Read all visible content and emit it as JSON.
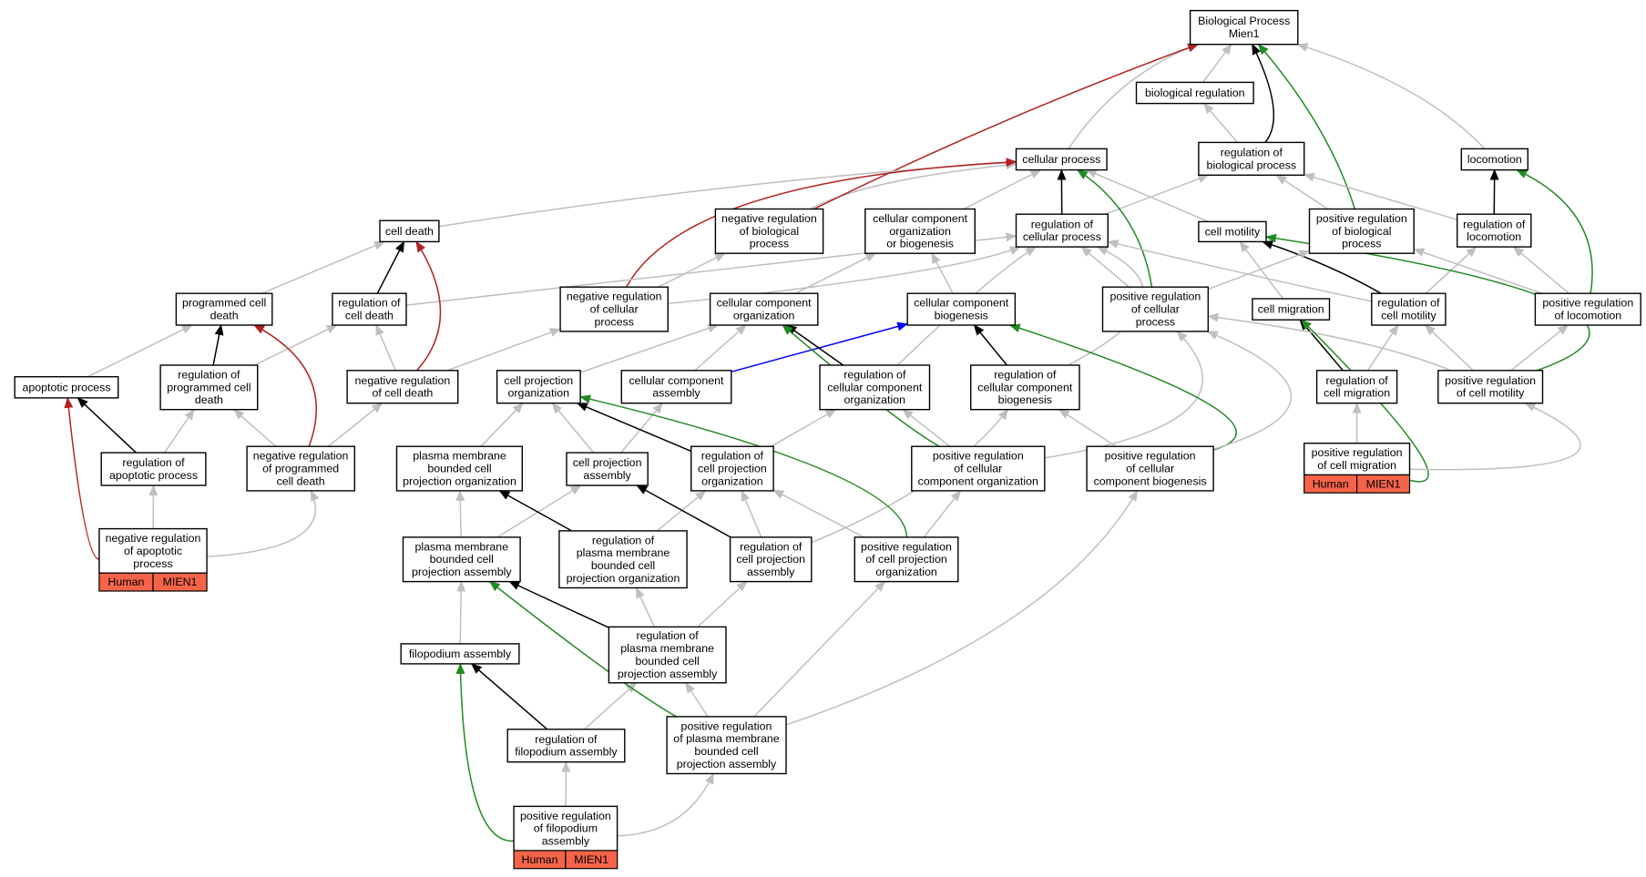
{
  "nodes": {
    "bp": [
      "Biological Process",
      "Mien1"
    ],
    "breg": [
      "biological regulation"
    ],
    "loco": [
      "locomotion"
    ],
    "cproc": [
      "cellular process"
    ],
    "regbp": [
      "regulation of",
      "biological process"
    ],
    "regloco": [
      "regulation of",
      "locomotion"
    ],
    "posregbp": [
      "positive regulation",
      "of biological",
      "process"
    ],
    "cmot": [
      "cell motility"
    ],
    "regcp": [
      "regulation of",
      "cellular process"
    ],
    "ccob": [
      "cellular component",
      "organization",
      "or biogenesis"
    ],
    "negregbp": [
      "negative regulation",
      "of biological",
      "process"
    ],
    "cdeath": [
      "cell death"
    ],
    "pcd": [
      "programmed cell",
      "death"
    ],
    "regcd": [
      "regulation of",
      "cell death"
    ],
    "negregcp": [
      "negative regulation",
      "of cellular",
      "process"
    ],
    "cco": [
      "cellular component",
      "organization"
    ],
    "ccb": [
      "cellular component",
      "biogenesis"
    ],
    "posregcp": [
      "positive regulation",
      "of cellular",
      "process"
    ],
    "cmig": [
      "cell migration"
    ],
    "regcmot": [
      "regulation of",
      "cell motility"
    ],
    "posregloco": [
      "positive regulation",
      "of locomotion"
    ],
    "apop": [
      "apoptotic process"
    ],
    "regpcd": [
      "regulation of",
      "programmed cell",
      "death"
    ],
    "negregcd": [
      "negative regulation",
      "of cell death"
    ],
    "cpo": [
      "cell projection",
      "organization"
    ],
    "cca": [
      "cellular component",
      "assembly"
    ],
    "regcco": [
      "regulation of",
      "cellular component",
      "organization"
    ],
    "regccb": [
      "regulation of",
      "cellular component",
      "biogenesis"
    ],
    "regcmig": [
      "regulation of",
      "cell migration"
    ],
    "posregcmot": [
      "positive regulation",
      "of cell motility"
    ],
    "regap": [
      "regulation of",
      "apoptotic process"
    ],
    "negregpcd": [
      "negative regulation",
      "of programmed",
      "cell death"
    ],
    "pmbcpo": [
      "plasma membrane",
      "bounded cell",
      "projection organization"
    ],
    "cpa": [
      "cell projection",
      "assembly"
    ],
    "regcpo": [
      "regulation of",
      "cell projection",
      "organization"
    ],
    "posregcco": [
      "positive regulation",
      "of cellular",
      "component organization"
    ],
    "posregccb": [
      "positive regulation",
      "of cellular",
      "component biogenesis"
    ],
    "posregcmig": [
      "positive regulation",
      "of cell migration"
    ],
    "negregap": [
      "negative regulation",
      "of apoptotic",
      "process"
    ],
    "pmbcpa": [
      "plasma membrane",
      "bounded cell",
      "projection assembly"
    ],
    "regpmbcpo": [
      "regulation of",
      "plasma membrane",
      "bounded cell",
      "projection organization"
    ],
    "regcpa": [
      "regulation of",
      "cell projection",
      "assembly"
    ],
    "posregcpo": [
      "positive regulation",
      "of cell projection",
      "organization"
    ],
    "filoa": [
      "filopodium assembly"
    ],
    "regpmbcpa": [
      "regulation of",
      "plasma membrane",
      "bounded cell",
      "projection assembly"
    ],
    "regfiloa": [
      "regulation of",
      "filopodium assembly"
    ],
    "posregpmbcpa": [
      "positive regulation",
      "of plasma membrane",
      "bounded cell",
      "projection assembly"
    ],
    "posregfiloa": [
      "positive regulation",
      "of filopodium",
      "assembly"
    ]
  },
  "annotations": {
    "negregap": [
      "Human",
      "MIEN1"
    ],
    "posregcmig": [
      "Human",
      "MIEN1"
    ],
    "posregfiloa": [
      "Human",
      "MIEN1"
    ]
  },
  "edge_colors": {
    "is_a": "#bfbfbf",
    "part_of": "#000000",
    "negatively_regulates": "#b22222",
    "positively_regulates": "#228b22",
    "regulates": "#0000ff"
  },
  "annotation_color": "#f56449"
}
